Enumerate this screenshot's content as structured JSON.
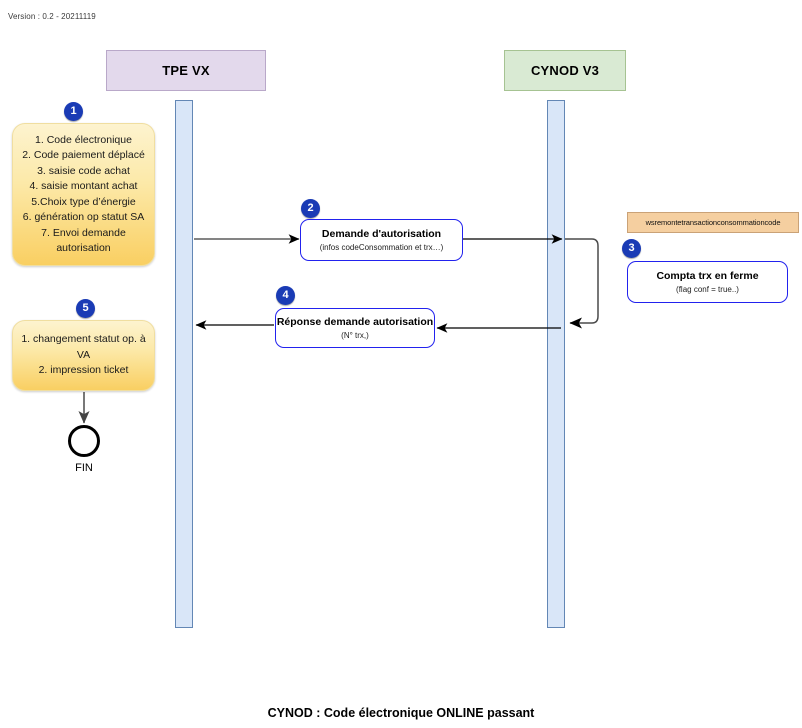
{
  "version_text": "Version : 0.2 - 20211119",
  "caption": "CYNOD : Code électronique ONLINE passant",
  "participants": {
    "left": "TPE VX",
    "right": "CYNOD V3"
  },
  "badges": {
    "b1": "1",
    "b2": "2",
    "b3": "3",
    "b4": "4",
    "b5": "5"
  },
  "note1": {
    "l1": "1. Code électronique",
    "l2": "2. Code paiement déplacé",
    "l3": "3. saisie code achat",
    "l4": "4. saisie montant achat",
    "l5": "5.Choix type d’énergie",
    "l6": "6. génération op statut SA",
    "l7": "7. Envoi demande",
    "l8": "autorisation"
  },
  "note5": {
    "l1": "1. changement statut op. à",
    "l2": "VA",
    "l3": "2.  impression ticket"
  },
  "messages": {
    "m2_title": "Demande d'autorisation",
    "m2_sub": "(infos codeConsommation et trx…)",
    "m4_title": "Réponse demande autorisation",
    "m4_sub": "(N° trx,)",
    "m3_title": "Compta trx en ferme",
    "m3_sub": "(flag conf = true..)"
  },
  "ws_label": "wsremontetransactionconsommationcode",
  "terminator": {
    "label": "FIN"
  },
  "colors": {
    "badge": "#1a3bb5",
    "lifeline_fill": "#d9e6f8",
    "lifeline_border": "#6387b5",
    "tpe_header": "#e3d9ec",
    "cynod_header": "#d9ead3",
    "note_amber": "#f9cf62",
    "msgbox_border": "#2222ee",
    "ws_label_bg": "#f5cfa0"
  }
}
